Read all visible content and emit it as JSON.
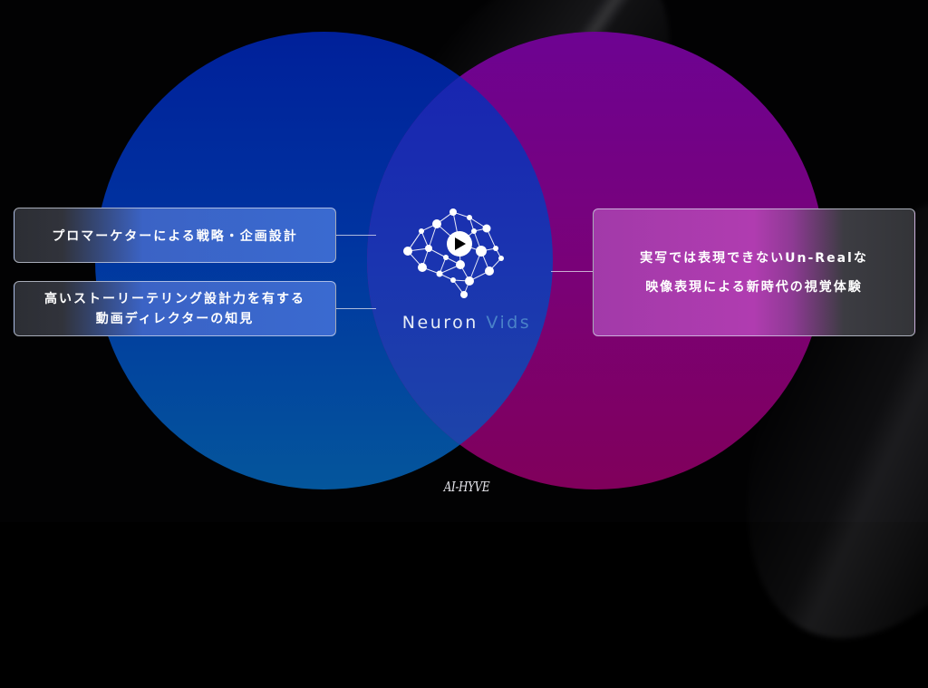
{
  "diagram": {
    "type": "venn",
    "left_circle": {
      "color": "#0034a0"
    },
    "right_circle": {
      "color": "#7a0176"
    },
    "overlap": {
      "color": "#1a34b0"
    },
    "left_points": [
      {
        "text": "プロマーケターによる戦略・企画設計"
      },
      {
        "line1": "高いストーリーテリング設計力を有する",
        "line2": "動画ディレクターの知見"
      }
    ],
    "right_point": {
      "line1": "実写では表現できないUn-Realな",
      "line2": "映像表現による新時代の視覚体験"
    },
    "center": {
      "icon": "brain-network-play-icon",
      "brand_part1": "Neuron",
      "brand_part2": "Vids",
      "brand_color1": "#e6ecf6",
      "brand_color2": "#4a82c8"
    }
  },
  "footer": {
    "logo_text": "AI-HYVE"
  }
}
